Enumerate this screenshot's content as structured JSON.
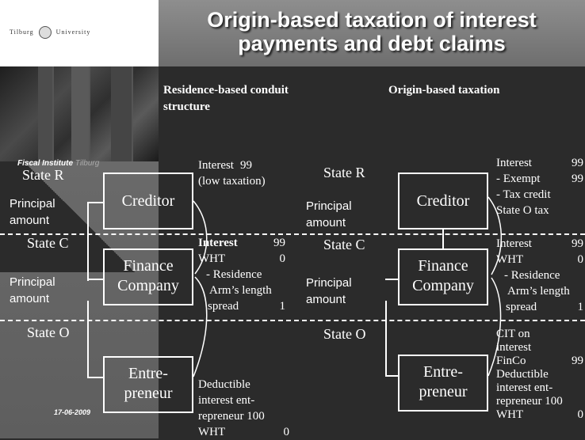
{
  "header": {
    "logo_left": "Tilburg",
    "logo_right": "University",
    "title_line1": "Origin-based taxation of interest",
    "title_line2": "payments and debt claims"
  },
  "footer": {
    "institute": "Fiscal Institute",
    "institute_city": "Tilburg",
    "date": "17-06-2009"
  },
  "left_panel": {
    "heading": "Residence-based conduit structure",
    "state_r": "State R",
    "state_c": "State C",
    "state_o": "State O",
    "principal_1": "Principal amount",
    "principal_2": "Principal amount",
    "creditor": "Creditor",
    "finance_company": "Finance Company",
    "entrepreneur": "Entre- preneur",
    "r_line1": "Interest",
    "r_val1": "99",
    "r_line2": "(low taxation)",
    "c_line1": "Interest",
    "c_val1": "99",
    "c_line2": "WHT",
    "c_val2": "0",
    "c_line3": "- Residence",
    "c_line4": "Arm’s length",
    "c_line5": "spread",
    "c_val5": "1",
    "o_line1": "Deductible",
    "o_line2": "interest ent-",
    "o_line3": "repreneur 100",
    "o_line4": "WHT",
    "o_val4": "0"
  },
  "right_panel": {
    "heading": "Origin-based taxation",
    "state_r": "State R",
    "state_c": "State C",
    "state_o": "State O",
    "principal_1": "Principal amount",
    "principal_2": "Principal amount",
    "creditor": "Creditor",
    "finance_company": "Finance Company",
    "entrepreneur": "Entre- preneur",
    "r_line1": "Interest",
    "r_val1": "99",
    "r_line2": "- Exempt",
    "r_val2": "99",
    "r_line3": "- Tax credit",
    "r_line4": "State O tax",
    "c_line1": "Interest",
    "c_val1": "99",
    "c_line2": "WHT",
    "c_val2": "0",
    "c_line3": "- Residence",
    "c_line4": "Arm’s length",
    "c_line5": "spread",
    "c_val5": "1",
    "o_line1": "CIT on",
    "o_line2": "interest",
    "o_line3": "FinCo",
    "o_val3": "99",
    "o_line4": "Deductible",
    "o_line5": "interest ent-",
    "o_line6": "repreneur 100",
    "o_line7": "WHT",
    "o_val7": "0"
  }
}
